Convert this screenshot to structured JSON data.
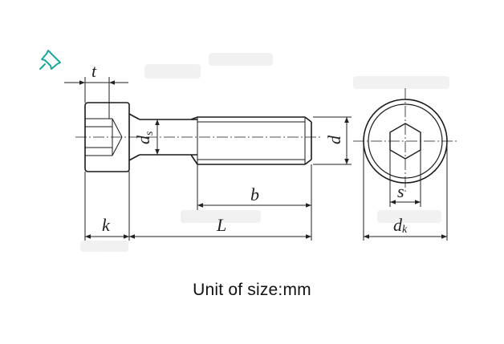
{
  "icon": {
    "name": "pin-icon",
    "color": "#1aa89a"
  },
  "labels": {
    "t": "t",
    "ds_main": "d",
    "ds_sub": "s",
    "d": "d",
    "b": "b",
    "k": "k",
    "L": "L",
    "s": "s",
    "dk_main": "d",
    "dk_sub": "k"
  },
  "caption": "Unit of size:mm",
  "colors": {
    "line": "#1a1a1a",
    "dim": "#222222"
  }
}
